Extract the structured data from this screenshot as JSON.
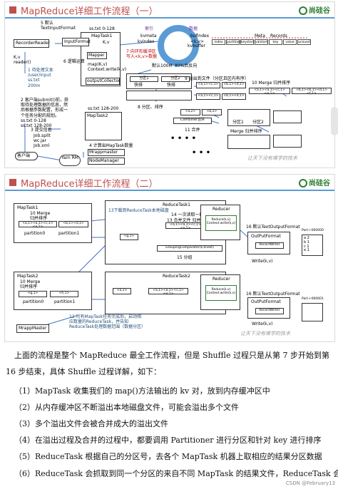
{
  "slide1": {
    "title": "MapReduce详细工作流程（一）",
    "logo": "尚硅谷",
    "watermark": "让天下没有难学的技术",
    "step5": "5 默认\nTextInputFormat",
    "file_top": "ss.txt 0-128",
    "maptask1": "MapTask1",
    "kv": "K,v",
    "recordreader": "RecorderReader",
    "inputformat": "InputFormat",
    "mapper": "Mapper",
    "map_call": "map(K,v)\nContext.write(k,v)",
    "step6": "6 逻辑运算",
    "output_collector": "outputCollector",
    "kv_reader": "K,v\nreader()",
    "step1": "1 待处理文本\n/user/input\nss.txt\n200m",
    "step2": "2 客户端submit()前，获\n取待处理数据的信息，然\n后根据参数配置，形成一\n个任务分配的规划。\nss.txt  0-128\nss.txt  128-200",
    "step3": "3 提交信息",
    "job_files": "Job.split\nwc.jar\nJob.xml",
    "client": "客户端",
    "yarn": "Yarn\nRM",
    "step4": "4 计算出MapTask数量",
    "mrappmaster": "Mrappmaster",
    "nodemanager": "NodeManager",
    "file_bottom": "ss.txt 128-200",
    "maptask2": "MapTask2",
    "ring_index": "索引",
    "ring_data": "数据",
    "ring_meta": "kvmeta",
    "ring_kvindex": "kvindex",
    "ring_bufindex": "bufindex",
    "ring_kv": "<k,v>",
    "ring_kvbuffer": "kvbuffer",
    "step7": "7 向环形缓冲区\n写入<k,v>数据",
    "ring_default": "默认100M",
    "ring_pct": "80%后反向",
    "meta": "Meta",
    "records": "Records",
    "meta_cells": [
      "index",
      "partition",
      "keystart",
      "valstart",
      "key",
      "value",
      "unsued"
    ],
    "step8": "8 分区、排序",
    "partition1": "分区1",
    "partition2": "分区2",
    "quick": "快排",
    "step9": "9 溢出到文件（分区且区内有序）",
    "step10": "10 Merge 归并排序",
    "combiner_opt": "Combiner合并",
    "step11": "11 合并",
    "merge_small": "Merge 归并排序",
    "kv_a": "<a,1><c,1>",
    "kv_b": "<b,1><d,1>",
    "kv_a2": "<a,1><a,1><c,1><e,1>",
    "kv_b2": "<b,1><b,1><d,1><f,1>",
    "kv_a3": "<a,2>",
    "kv_b3": "<b,2>",
    "dots": "• • •",
    "dots2": "• • • •"
  },
  "slide2": {
    "title": "MapReduce详细工作流程（二）",
    "logo": "尚硅谷",
    "watermark": "让天下没有难学的技术",
    "maptask1": "MapTask1",
    "merge10": "10 Merge\n归并排序",
    "partition0": "partition0",
    "partition1": "partition1",
    "reducetask1": "ReduceTask1",
    "step13": "13下载到ReduceTask本地磁盘",
    "step14": "14 一次读取一组",
    "step13b": "13 合并文件 归并排序",
    "reducer": "Reducer",
    "reduce_call": "Reduce(k,v)\nContext.write(k,v)",
    "step16": "16 默认TextOutputFormat",
    "outputformat": "OutPutFormat",
    "recordwriter": "RecordWriter",
    "write_call": "Write(k,v)",
    "part0": "Part-r-000000",
    "part1": "Part-r-000001",
    "grouping": "GroupingComparator(k,knext)",
    "step15": "15 分组",
    "maptask2": "MapTask2",
    "merge10b": "10 Merge\n归并排序",
    "partition0b": "partition0",
    "partition1b": "partition1",
    "reducetask2": "ReduceTask2",
    "reducer2": "Reducer",
    "reduce_call2": "Reduce(k,v)\nContext.write(k,v)",
    "step16b": "16 默认TextOutputFormat",
    "outputformat2": "OutPutFormat",
    "recordwriter2": "RecordWriter",
    "write_call2": "Write(k,v)",
    "step12": "12 所有MapTask任务完成后，启动相\n应数量的ReduceTask，并告知\nReduceTask处理数据范围（数据分区）",
    "mrappmaster": "MrappMaster",
    "kv_a": "<a,1><c,1>",
    "kv_b": "<b,1><d,1>",
    "kv_g": "<g,1>",
    "kv_h": "<h,1>",
    "kv_agroup": "<a,1><a,1><c,1><e,1>",
    "kv_a1": "<a,1>",
    "out_lines": "a 2\nb 1\nc 1\ne 1"
  },
  "paragraphs": [
    "上面的流程是整个 MapReduce 最全工作流程，但是 Shuffle 过程只是从第 7 步开始到第",
    "16 步结束，具体 Shuffle 过程详解，如下：",
    "（1）MapTask 收集我们的 map()方法输出的 kv 对，放到内存缓冲区中",
    "（2）从内存缓冲区不断溢出本地磁盘文件，可能会溢出多个文件",
    "（3）多个溢出文件会被合并成大的溢出文件",
    "（4）在溢出过程及合并的过程中，都要调用 Partitioner 进行分区和针对 key 进行排序",
    "（5）ReduceTask 根据自己的分区号，去各个 MapTask 机器上取相应的结果分区数据",
    "（6）ReduceTask 会抓取到同一个分区的来自不同 MapTask 的结果文件，ReduceTask 会"
  ],
  "csdn": "CSDN @February13",
  "colors": {
    "title": "#c0504d",
    "accent": "#5b9bd5",
    "brand": "#2e7d32"
  }
}
